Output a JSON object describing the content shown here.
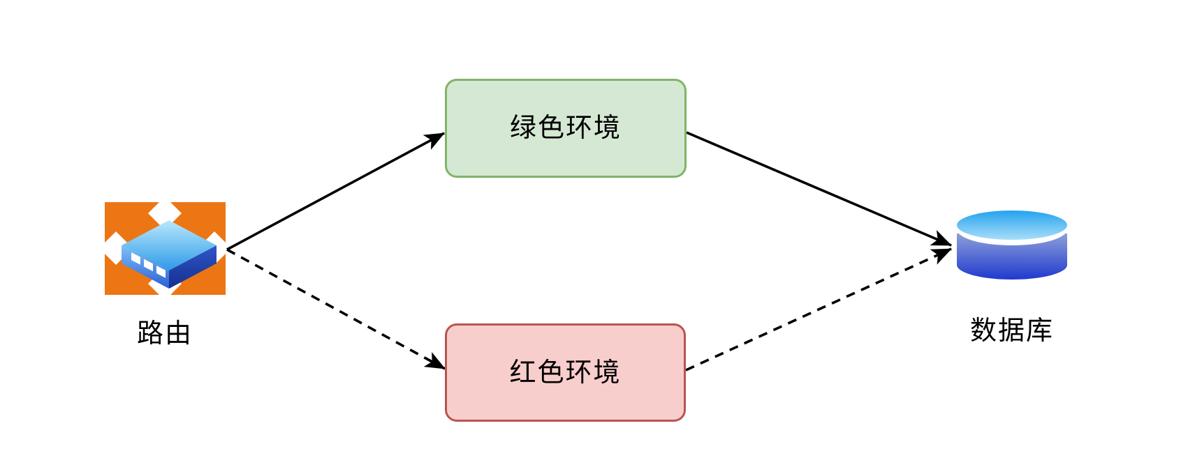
{
  "diagram": {
    "type": "flow-diagram",
    "background_color": "#ffffff",
    "nodes": {
      "router": {
        "label": "路由",
        "icon": "router-icon",
        "icon_accent_color": "#EC7614"
      },
      "green_env": {
        "label": "绿色环境",
        "fill_color": "#d5e8d4",
        "border_color": "#82b366"
      },
      "red_env": {
        "label": "红色环境",
        "fill_color": "#f8cecc",
        "border_color": "#b85450"
      },
      "database": {
        "label": "数据库",
        "icon": "database-icon",
        "icon_accent_color": "#2196e8"
      }
    },
    "edges": [
      {
        "from": "路由",
        "to": "绿色环境",
        "line_style": "solid",
        "arrowhead": "end"
      },
      {
        "from": "绿色环境",
        "to": "数据库",
        "line_style": "solid",
        "arrowhead": "end"
      },
      {
        "from": "路由",
        "to": "红色环境",
        "line_style": "dashed",
        "arrowhead": "end"
      },
      {
        "from": "红色环境",
        "to": "数据库",
        "line_style": "dashed",
        "arrowhead": "end"
      }
    ],
    "edge_color": "#000000",
    "label_color": "#000000"
  }
}
